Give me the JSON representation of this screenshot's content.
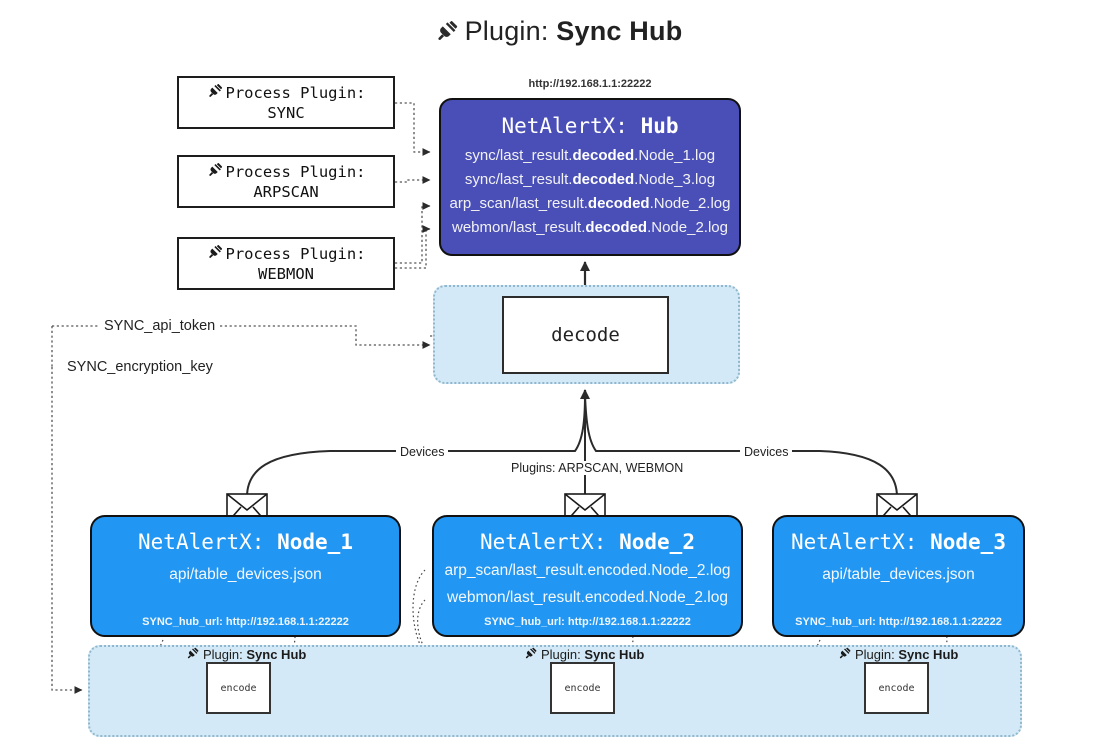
{
  "title": {
    "icon": "plug-icon",
    "prefix": "Plugin:",
    "name": "Sync Hub"
  },
  "process_plugins": [
    {
      "icon": "plug-icon",
      "line1": "Process Plugin:",
      "line2": "SYNC"
    },
    {
      "icon": "plug-icon",
      "line1": "Process Plugin:",
      "line2": "ARPSCAN"
    },
    {
      "icon": "plug-icon",
      "line1": "Process Plugin:",
      "line2": "WEBMON"
    }
  ],
  "hub": {
    "url": "http://192.168.1.1:22222",
    "title_prefix": "NetAlertX:",
    "title_name": "Hub",
    "logs": [
      {
        "pre": "sync/last_result.",
        "mid": "decoded",
        "post": ".Node_1.log"
      },
      {
        "pre": "sync/last_result.",
        "mid": "decoded",
        "post": ".Node_3.log"
      },
      {
        "pre": "arp_scan/last_result.",
        "mid": "decoded",
        "post": ".Node_2.log"
      },
      {
        "pre": "webmon/last_result.",
        "mid": "decoded",
        "post": ".Node_2.log"
      }
    ]
  },
  "decode": {
    "label": "decode"
  },
  "config_labels": {
    "api_token": "SYNC_api_token",
    "encryption_key": "SYNC_encryption_key"
  },
  "edges": {
    "devices_left": "Devices",
    "devices_right": "Devices",
    "plugins_mid": "Plugins: ARPSCAN, WEBMON"
  },
  "nodes": [
    {
      "id": "node1",
      "title_prefix": "NetAlertX:",
      "title_name": "Node_1",
      "lines": [
        "api/table_devices.json"
      ],
      "url_key": "SYNC_hub_url:",
      "url_value": "http://192.168.1.1:22222",
      "icon": "envelope-icon"
    },
    {
      "id": "node2",
      "title_prefix": "NetAlertX:",
      "title_name": "Node_2",
      "lines": [
        "arp_scan/last_result.encoded.Node_2.log",
        "webmon/last_result.encoded.Node_2.log"
      ],
      "url_key": "SYNC_hub_url:",
      "url_value": "http://192.168.1.1:22222",
      "icon": "envelope-icon"
    },
    {
      "id": "node3",
      "title_prefix": "NetAlertX:",
      "title_name": "Node_3",
      "lines": [
        "api/table_devices.json"
      ],
      "url_key": "SYNC_hub_url:",
      "url_value": "http://192.168.1.1:22222",
      "icon": "envelope-icon"
    }
  ],
  "encoders": [
    {
      "icon": "plug-icon",
      "prefix": "Plugin:",
      "name": "Sync Hub",
      "box_label": "encode"
    },
    {
      "icon": "plug-icon",
      "prefix": "Plugin:",
      "name": "Sync Hub",
      "box_label": "encode"
    },
    {
      "icon": "plug-icon",
      "prefix": "Plugin:",
      "name": "Sync Hub",
      "box_label": "encode"
    }
  ],
  "colors": {
    "hub_fill": "#4a4fb8",
    "node_fill": "#2196f3",
    "group_fill": "#d4e9f7",
    "group_border": "#8fb8cc",
    "stroke": "#111111",
    "background": "#ffffff"
  }
}
